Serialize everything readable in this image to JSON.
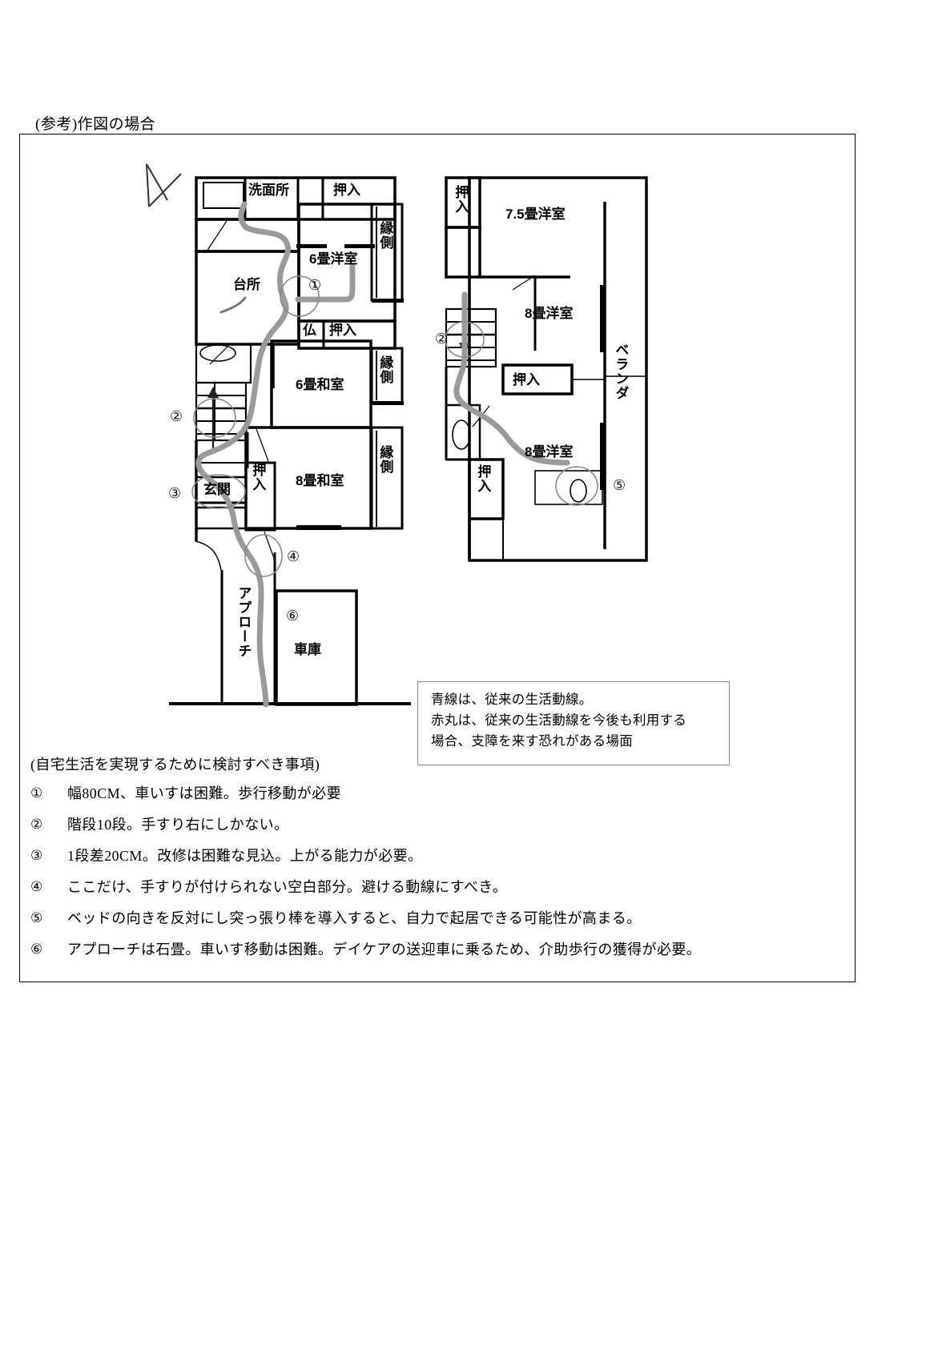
{
  "document": {
    "title": "(参考)作図の場合"
  },
  "floorplan": {
    "first_floor": {
      "rooms": [
        {
          "key": "bath",
          "label": ""
        },
        {
          "key": "washroom",
          "label": "洗面所"
        },
        {
          "key": "closet_1",
          "label": "押入"
        },
        {
          "key": "room_6j_yo",
          "label": "6畳洋室"
        },
        {
          "key": "kitchen",
          "label": "台所"
        },
        {
          "key": "altar",
          "label": "仏"
        },
        {
          "key": "closet_2",
          "label": "押入"
        },
        {
          "key": "room_6j_wa",
          "label": "6畳和室"
        },
        {
          "key": "closet_3",
          "label": "押入"
        },
        {
          "key": "room_8j_wa",
          "label": "8畳和室"
        },
        {
          "key": "entrance",
          "label": "玄関"
        },
        {
          "key": "engawa_1",
          "label": "縁側"
        },
        {
          "key": "engawa_2",
          "label": "縁側"
        },
        {
          "key": "engawa_3",
          "label": "縁側"
        },
        {
          "key": "approach",
          "label": "アプローチ"
        },
        {
          "key": "garage",
          "label": "車庫"
        }
      ]
    },
    "second_floor": {
      "rooms": [
        {
          "key": "closet_u1",
          "label": "押入"
        },
        {
          "key": "room_75j_yo",
          "label": "7.5畳洋室"
        },
        {
          "key": "room_8j_yo_a",
          "label": "8畳洋室"
        },
        {
          "key": "closet_u2",
          "label": "押入"
        },
        {
          "key": "room_8j_yo_b",
          "label": "8畳洋室"
        },
        {
          "key": "closet_u3",
          "label": "押入"
        },
        {
          "key": "balcony",
          "label": "ベランダ"
        }
      ]
    },
    "markers": [
      "①",
      "②",
      "③",
      "④",
      "⑤",
      "⑥"
    ]
  },
  "legend": {
    "lines": [
      "青線は、従来の生活動線。",
      "赤丸は、従来の生活動線を今後も利用する",
      "場合、支障を来す恐れがある場面"
    ]
  },
  "notes": {
    "heading": "(自宅生活を実現するために検討すべき事項)",
    "items": [
      {
        "num": "①",
        "text": "幅80CM、車いすは困難。歩行移動が必要"
      },
      {
        "num": "②",
        "text": "階段10段。手すり右にしかない。"
      },
      {
        "num": "③",
        "text": "1段差20CM。改修は困難な見込。上がる能力が必要。"
      },
      {
        "num": "④",
        "text": "ここだけ、手すりが付けられない空白部分。避ける動線にすべき。"
      },
      {
        "num": "⑤",
        "text": "ベッドの向きを反対にし突っ張り棒を導入すると、自力で起居できる可能性が高まる。"
      },
      {
        "num": "⑥",
        "text": "アプローチは石畳。車いす移動は困難。デイケアの送迎車に乗るため、介助歩行の獲得が必要。"
      }
    ]
  },
  "colors": {
    "wall": "#000000",
    "flow_line": "#9a9a9a",
    "marker_circle": "#8a8a8a",
    "legend_border": "#888888"
  }
}
